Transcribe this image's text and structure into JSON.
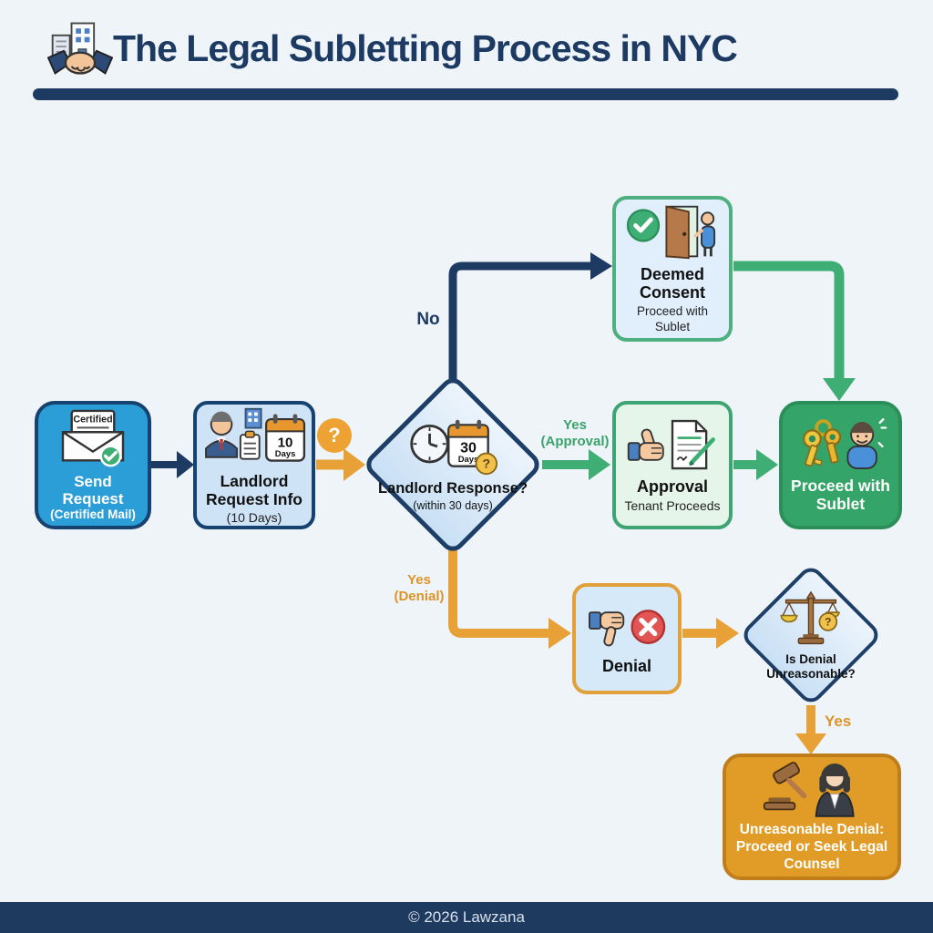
{
  "header": {
    "title": "The Legal Subletting Process in NYC"
  },
  "nodes": {
    "send_request": {
      "title": "Send Request",
      "subtitle": "(Certified Mail)",
      "stamp": "Certified"
    },
    "landlord_request_info": {
      "title": "Landlord Request Info",
      "subtitle": "(10 Days)",
      "calendar_value": "10",
      "calendar_unit": "Days"
    },
    "landlord_response": {
      "title": "Landlord Response?",
      "subtitle": "(within 30 days)",
      "calendar_value": "30",
      "calendar_unit": "Days"
    },
    "deemed_consent": {
      "title": "Deemed Consent",
      "subtitle": "Proceed with Sublet"
    },
    "approval": {
      "title": "Approval",
      "subtitle": "Tenant Proceeds"
    },
    "proceed_with_sublet": {
      "title": "Proceed with Sublet"
    },
    "denial": {
      "title": "Denial"
    },
    "is_denial_unreasonable": {
      "title": "Is Denial Unreasonable?"
    },
    "unreasonable_denial": {
      "title": "Unreasonable Denial: Proceed or Seek Legal Counsel"
    }
  },
  "edges": {
    "no": "No",
    "yes_approval_line1": "Yes",
    "yes_approval_line2": "(Approval)",
    "yes_denial_line1": "Yes",
    "yes_denial_line2": "(Denial)",
    "yes_final": "Yes",
    "question_badge": "?"
  },
  "footer": {
    "copyright": "© 2026 Lawzana"
  },
  "colors": {
    "navy": "#1d3a63",
    "blue": "#2b9dd7",
    "orange": "#e8a136",
    "green": "#3fae74",
    "background": "#eff4f9"
  }
}
